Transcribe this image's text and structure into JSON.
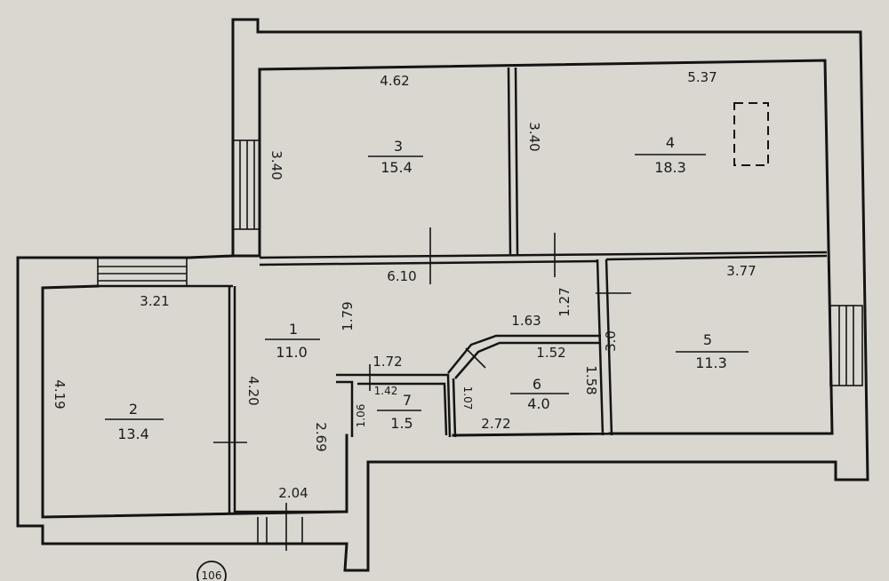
{
  "rooms": [
    {
      "id": "1",
      "number": "1",
      "area": "11.0"
    },
    {
      "id": "2",
      "number": "2",
      "area": "13.4"
    },
    {
      "id": "3",
      "number": "3",
      "area": "15.4"
    },
    {
      "id": "4",
      "number": "4",
      "area": "18.3"
    },
    {
      "id": "5",
      "number": "5",
      "area": "11.3"
    },
    {
      "id": "6",
      "number": "6",
      "area": "4.0"
    },
    {
      "id": "7",
      "number": "7",
      "area": "1.5"
    }
  ],
  "dimensions": {
    "room3_width": "4.62",
    "room3_height": "3.40",
    "room4_width": "5.37",
    "room4_height": "3.40",
    "corridor_length": "6.10",
    "room5_width": "3.77",
    "room5_height": "3.0",
    "room2_width": "3.21",
    "room2_height": "4.19",
    "room1_height_a": "1.79",
    "room1_height_b": "4.20",
    "room1_height_c": "2.69",
    "room1_width_bottom": "2.04",
    "kitchen_diag_a": "1.63",
    "kitchen_diag_b": "1.27",
    "room6_top": "1.52",
    "room6_right": "1.58",
    "room6_left": "1.07",
    "room6_bottom": "2.72",
    "room7_top_outer": "1.72",
    "room7_top_inner": "1.42",
    "room7_left": "1.06"
  },
  "stamp": "106"
}
